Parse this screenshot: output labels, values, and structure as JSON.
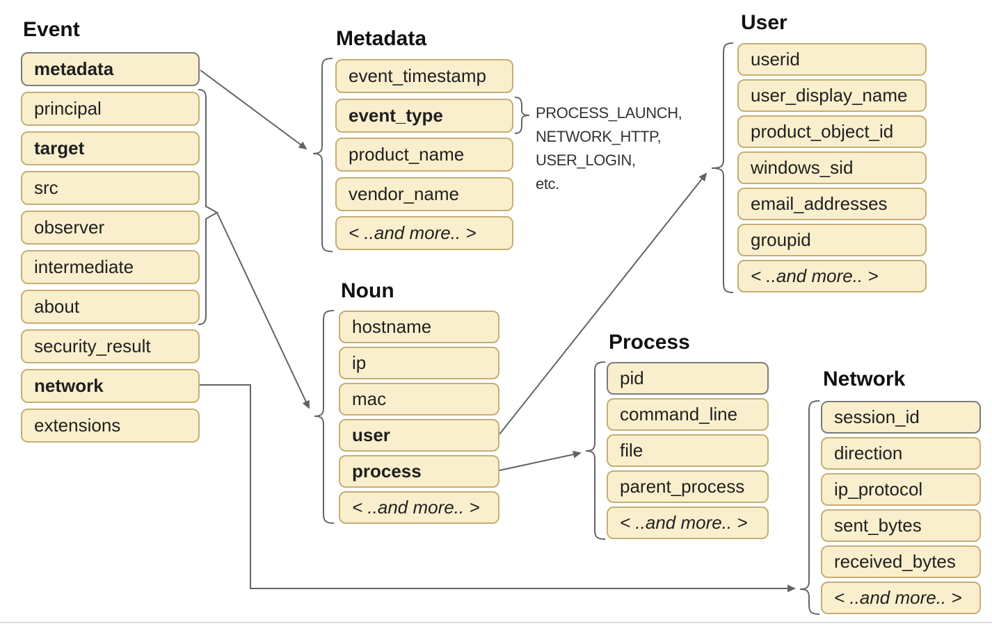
{
  "colors": {
    "box_fill": "#faefcd",
    "box_border_tan": "#c5ae72",
    "box_border_gray": "#7b7b7b",
    "connector_gray": "#5f6368",
    "text": "#1f1f1f",
    "title": "#111111",
    "divider": "#dadce0"
  },
  "groups": {
    "event": {
      "title": "Event",
      "items": [
        {
          "label": "metadata",
          "bold": true,
          "gray_border": true
        },
        {
          "label": "principal"
        },
        {
          "label": "target",
          "bold": true
        },
        {
          "label": "src"
        },
        {
          "label": "observer"
        },
        {
          "label": "intermediate"
        },
        {
          "label": "about"
        },
        {
          "label": "security_result"
        },
        {
          "label": "network",
          "bold": true
        },
        {
          "label": "extensions"
        }
      ]
    },
    "metadata": {
      "title": "Metadata",
      "items": [
        {
          "label": "event_timestamp"
        },
        {
          "label": "event_type",
          "bold": true
        },
        {
          "label": "product_name"
        },
        {
          "label": "vendor_name"
        },
        {
          "label": "< ..and more.. >",
          "italic": true
        }
      ]
    },
    "user": {
      "title": "User",
      "items": [
        {
          "label": "userid"
        },
        {
          "label": "user_display_name"
        },
        {
          "label": "product_object_id"
        },
        {
          "label": "windows_sid"
        },
        {
          "label": "email_addresses"
        },
        {
          "label": "groupid"
        },
        {
          "label": "< ..and more.. >",
          "italic": true
        }
      ]
    },
    "noun": {
      "title": "Noun",
      "items": [
        {
          "label": "hostname"
        },
        {
          "label": "ip"
        },
        {
          "label": "mac"
        },
        {
          "label": "user",
          "bold": true
        },
        {
          "label": "process",
          "bold": true
        },
        {
          "label": "< ..and more.. >",
          "italic": true
        }
      ]
    },
    "process": {
      "title": "Process",
      "items": [
        {
          "label": "pid",
          "gray_border": true
        },
        {
          "label": "command_line"
        },
        {
          "label": "file"
        },
        {
          "label": "parent_process"
        },
        {
          "label": "< ..and more.. >",
          "italic": true
        }
      ]
    },
    "network": {
      "title": "Network",
      "items": [
        {
          "label": "session_id",
          "gray_border": true
        },
        {
          "label": "direction"
        },
        {
          "label": "ip_protocol"
        },
        {
          "label": "sent_bytes"
        },
        {
          "label": "received_bytes"
        },
        {
          "label": "< ..and more.. >",
          "italic": true
        }
      ]
    }
  },
  "annotation": {
    "lines": [
      "PROCESS_LAUNCH,",
      "NETWORK_HTTP,",
      "USER_LOGIN,",
      "etc."
    ]
  }
}
